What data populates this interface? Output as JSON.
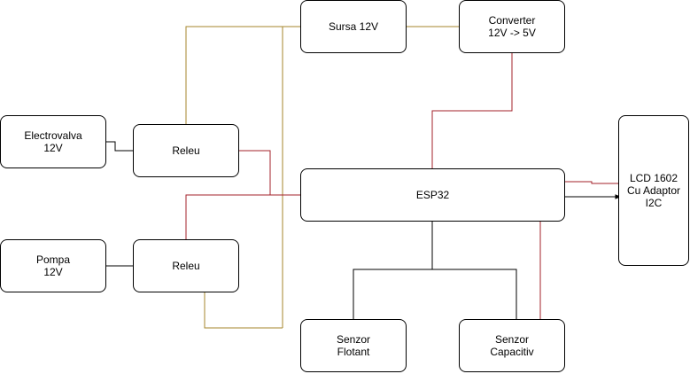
{
  "colors": {
    "power": "#a6862b",
    "signal": "#a3202a",
    "ground": "#000000"
  },
  "nodes": {
    "sursa": {
      "line1": "Sursa 12V"
    },
    "converter": {
      "line1": "Converter",
      "line2": "12V -> 5V"
    },
    "electrovalva": {
      "line1": "Electrovalva",
      "line2": "12V"
    },
    "releu_top": {
      "line1": "Releu"
    },
    "pompa": {
      "line1": "Pompa",
      "line2": "12V"
    },
    "releu_bottom": {
      "line1": "Releu"
    },
    "esp32": {
      "line1": "ESP32"
    },
    "lcd": {
      "line1": "LCD 1602",
      "line2": "Cu Adaptor",
      "line3": "I2C"
    },
    "senzor_flotant": {
      "line1": "Senzor",
      "line2": "Flotant"
    },
    "senzor_capacitiv": {
      "line1": "Senzor",
      "line2": "Capacitiv"
    }
  }
}
